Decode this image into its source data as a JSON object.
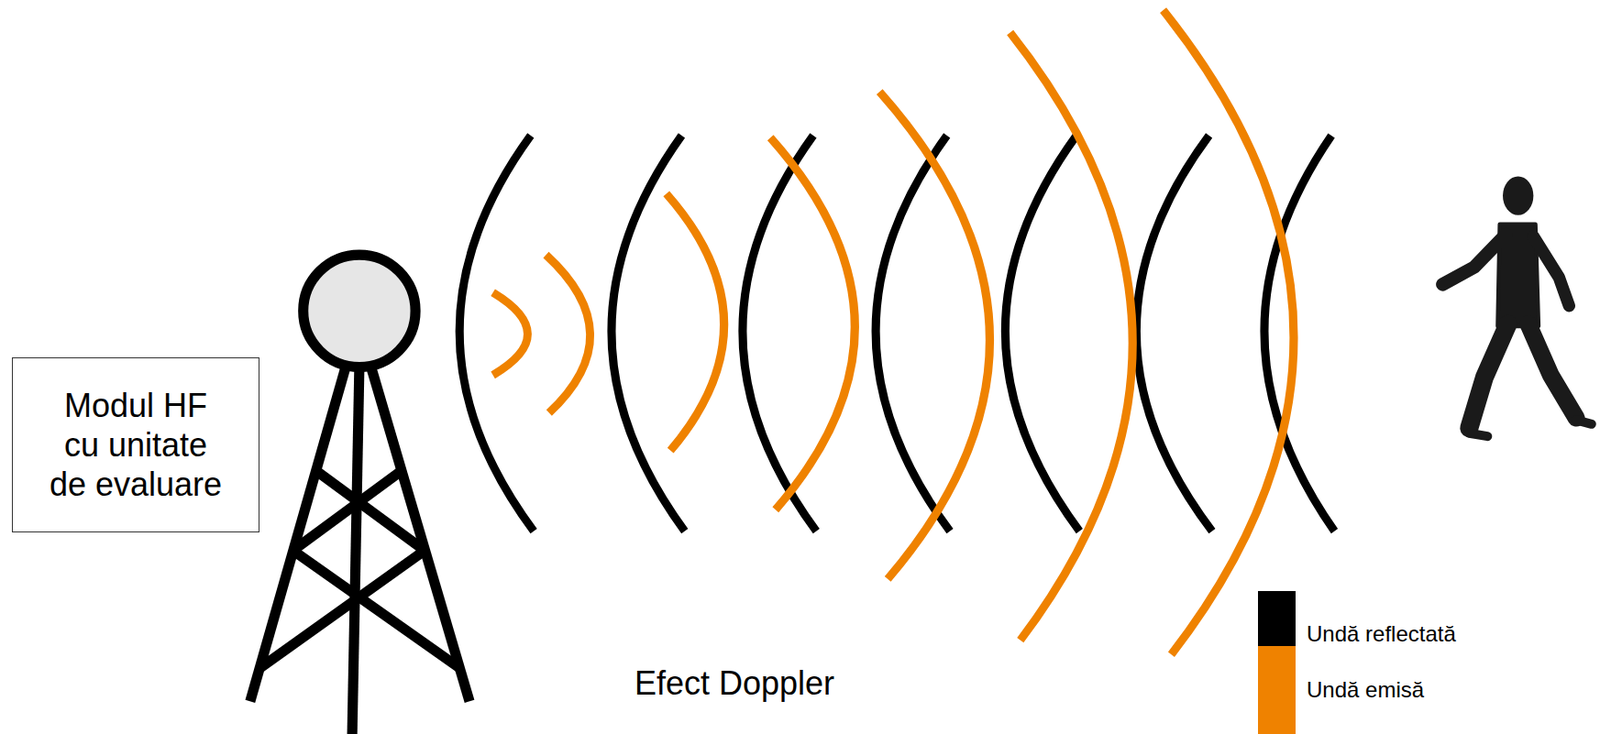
{
  "diagram": {
    "nodes": [
      {
        "text": [
          "Modul HF cu unitate de evaluare"
        ]
      }
    ],
    "labels": [
      "Efect Doppler"
    ],
    "legend": [
      {
        "text": "Undă reflectată",
        "color": "#000000"
      },
      {
        "text": "Undă emisă",
        "color": "#ef8200"
      }
    ]
  }
}
